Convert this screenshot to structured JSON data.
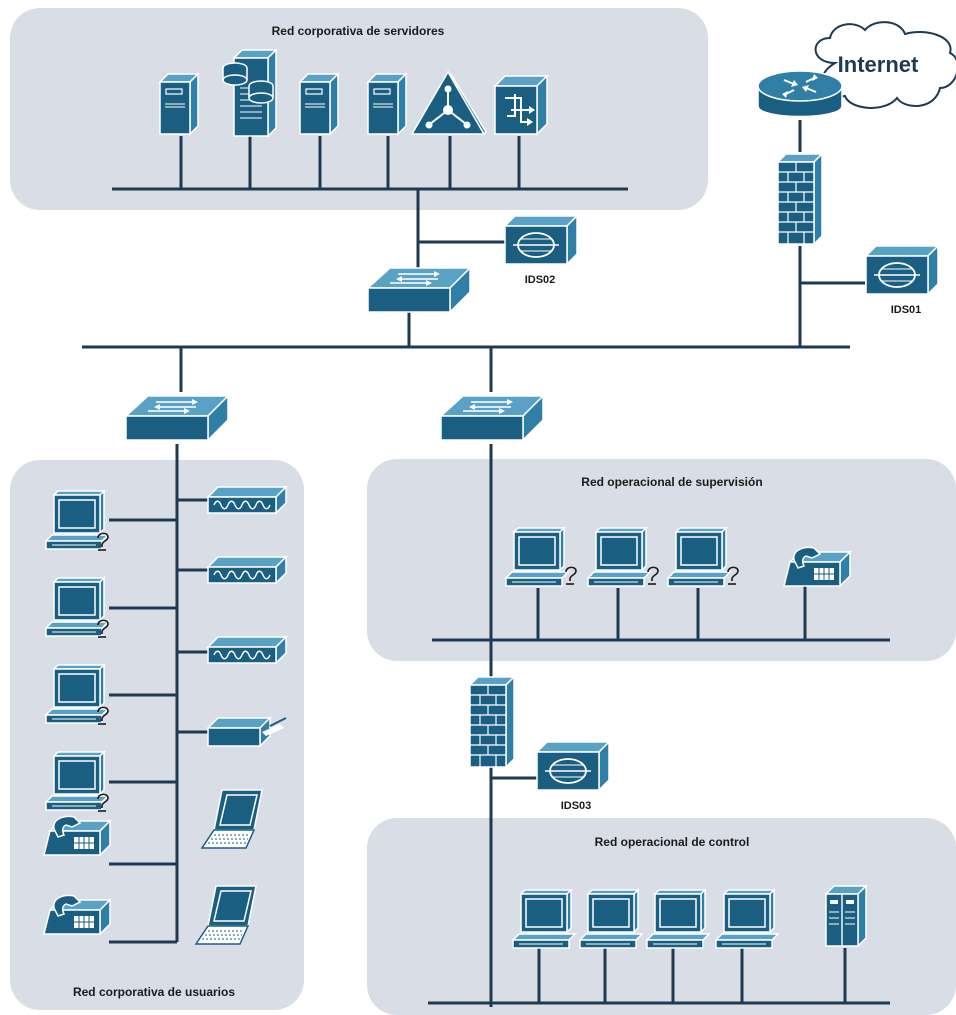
{
  "zones": {
    "servers": "Red corporativa de servidores",
    "users": "Red corporativa de usuarios",
    "supervision": "Red operacional de supervisión",
    "control": "Red operacional de control"
  },
  "labels": {
    "internet": "Internet",
    "ids01": "IDS01",
    "ids02": "IDS02",
    "ids03": "IDS03"
  },
  "colors": {
    "device": "#1a5f82",
    "device_top": "#5aa2c5",
    "line": "#1e3a52",
    "zone_background": "#d9dee6"
  },
  "icons": [
    "server-icon",
    "database-server-icon",
    "switch-icon",
    "router-icon",
    "firewall-icon",
    "ids-icon",
    "workstation-icon",
    "ip-phone-icon",
    "modem-icon",
    "printer-icon",
    "laptop-icon",
    "cloud-icon"
  ]
}
